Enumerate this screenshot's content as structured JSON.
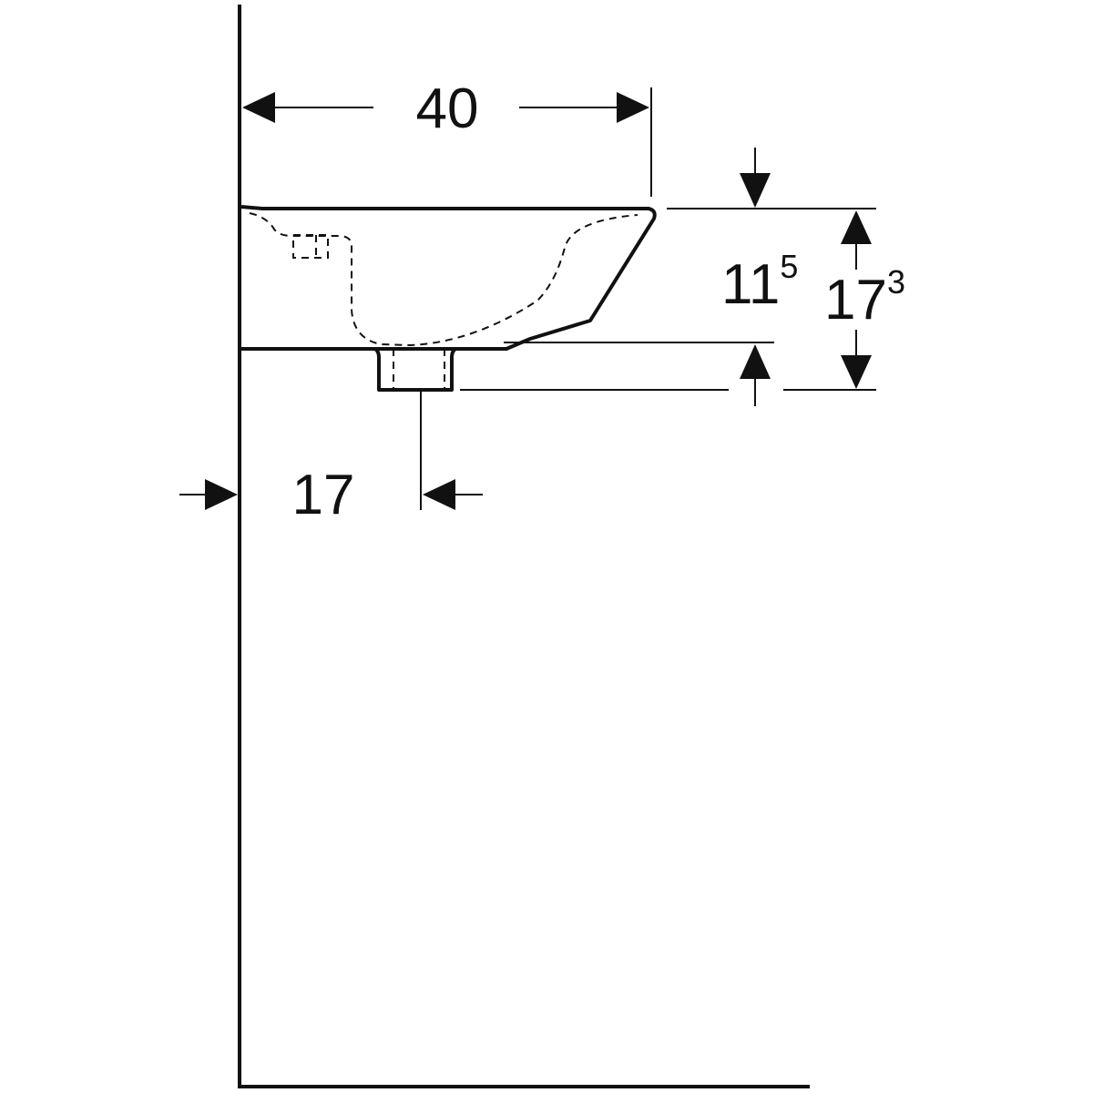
{
  "dimensions": {
    "width": "40",
    "basin_height_main": "11",
    "basin_height_sup": "5",
    "total_height_main": "17",
    "total_height_sup": "3",
    "drain_offset": "17"
  },
  "colors": {
    "line": "#111111",
    "background": "#ffffff"
  }
}
